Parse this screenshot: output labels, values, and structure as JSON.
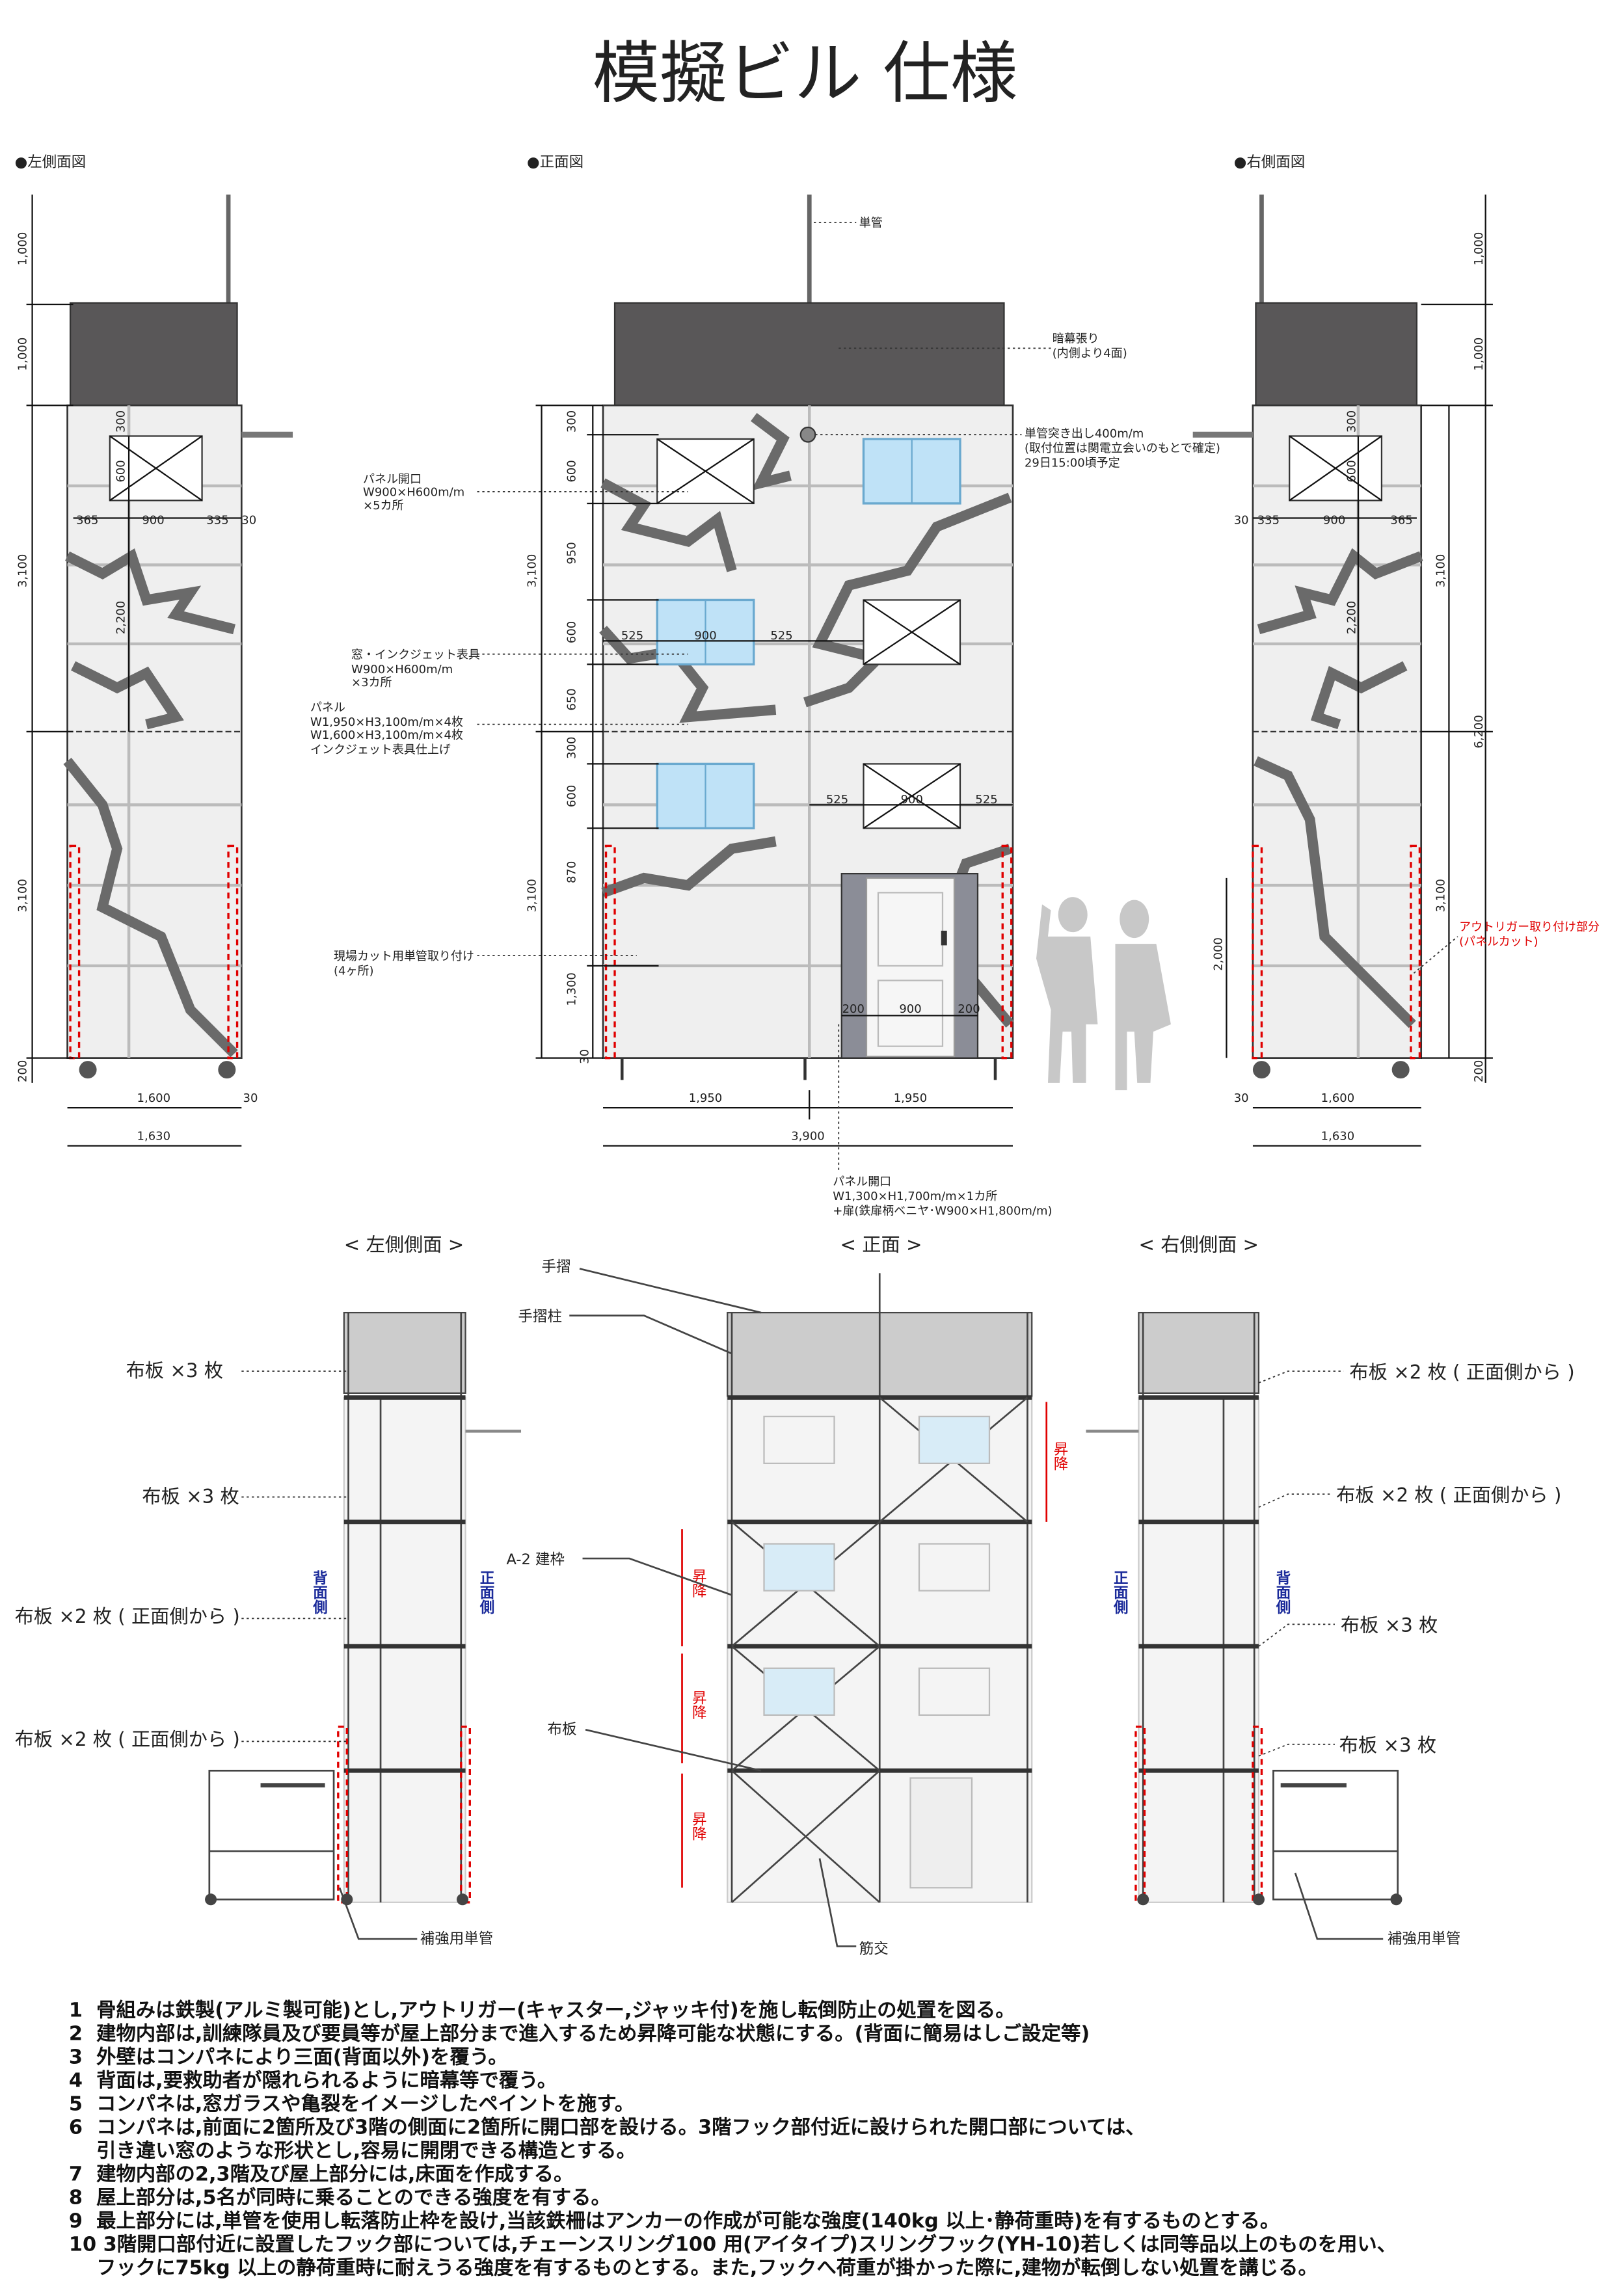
{
  "title": "模擬ビル 仕様",
  "views": {
    "left": "●左側面図",
    "front": "●正面図",
    "right": "●右側面図"
  },
  "left_dims": {
    "v1000a": "1,000",
    "v1000b": "1,000",
    "v3100a": "3,100",
    "v3100b": "3,100",
    "v200": "200",
    "v300": "300",
    "v600": "600",
    "v2200": "2,200",
    "h365": "365",
    "h900": "900",
    "h335": "335",
    "h30": "30",
    "w1600": "1,600",
    "w30": "30",
    "w1630": "1,630"
  },
  "front_dims": {
    "v300a": "300",
    "v600a": "600",
    "v950": "950",
    "v600b": "600",
    "v650": "650",
    "v300b": "300",
    "v600c": "600",
    "v870": "870",
    "v1300": "1,300",
    "v3100a": "3,100",
    "v3100b": "3,100",
    "v30": "30",
    "h525a": "525",
    "h900a": "900",
    "h525b": "525",
    "h525c": "525",
    "h900b": "900",
    "h525d": "525",
    "d200a": "200",
    "d900": "900",
    "d200b": "200",
    "w1950a": "1,950",
    "w1950b": "1,950",
    "w3900": "3,900"
  },
  "right_dims": {
    "v1000a": "1,000",
    "v1000b": "1,000",
    "v3100a": "3,100",
    "v3100b": "3,100",
    "v6200": "6,200",
    "v200": "200",
    "v2000": "2,000",
    "v300": "300",
    "v600": "600",
    "v2200": "2,200",
    "h30": "30",
    "h335": "335",
    "h900": "900",
    "h365": "365",
    "w30": "30",
    "w1600": "1,600",
    "w1630": "1,630"
  },
  "callouts": {
    "tankan": "単管",
    "ankmaku_1": "暗幕張り",
    "ankmaku_2": "(内側より4面)",
    "tsukidashi_1": "単管突き出し400m/m",
    "tsukidashi_2": "(取付位置は関電立会いのもとで確定)",
    "tsukidashi_3": "29日15:00頃予定",
    "panel_open_1": "パネル開口",
    "panel_open_2": "W900×H600m/m",
    "panel_open_3": "×5カ所",
    "window_1": "窓・インクジェット表具",
    "window_2": "W900×H600m/m",
    "window_3": "×3カ所",
    "panel_1": "パネル",
    "panel_2": "W1,950×H3,100m/m×4枚",
    "panel_3": "W1,600×H3,100m/m×4枚",
    "panel_4": "インクジェット表具仕上げ",
    "cut_1": "現場カット用単管取り付け",
    "cut_2": "(4ヶ所)",
    "door_1": "パネル開口",
    "door_2": "W1,300×H1,700m/m×1カ所",
    "door_3": "+扉(鉄扉柄ベニヤ･W900×H1,800m/m)",
    "outrigger_1": "アウトリガー取り付け部分",
    "outrigger_2": "(パネルカット)"
  },
  "scaffold": {
    "left_title": "< 左側側面 >",
    "front_title": "< 正面 >",
    "right_title": "< 右側側面 >",
    "handrail": "手摺",
    "handrail_post": "手摺柱",
    "frame": "A-2 建枠",
    "board": "布板",
    "brace": "筋交",
    "reinforce_left": "補強用単管",
    "reinforce_right": "補強用単管",
    "updown": "昇降",
    "back_side": "背面側",
    "front_side": "正面側",
    "left_labels": [
      "布板 ×3 枚",
      "布板 ×3 枚",
      "布板 ×2 枚 ( 正面側から )",
      "布板 ×2 枚 ( 正面側から )"
    ],
    "right_labels": [
      "布板 ×2 枚 ( 正面側から )",
      "布板 ×2 枚 ( 正面側から )",
      "布板 ×3 枚",
      "布板 ×3 枚"
    ]
  },
  "notes": [
    "1  骨組みは鉄製(アルミ製可能)とし,アウトリガー(キャスター,ジャッキ付)を施し転倒防止の処置を図る。",
    "2  建物内部は,訓練隊員及び要員等が屋上部分まで進入するため昇降可能な状態にする。(背面に簡易はしご設定等)",
    "3  外壁はコンパネにより三面(背面以外)を覆う。",
    "4  背面は,要救助者が隠れられるように暗幕等で覆う。",
    "5  コンパネは,窓ガラスや亀裂をイメージしたペイントを施す。",
    "6  コンパネは,前面に2箇所及び3階の側面に2箇所に開口部を設ける。3階フック部付近に設けられた開口部については、",
    "    引き違い窓のような形状とし,容易に開閉できる構造とする。",
    "7  建物内部の2,3階及び屋上部分には,床面を作成する。",
    "8  屋上部分は,5名が同時に乗ることのできる強度を有する。",
    "9  最上部分には,単管を使用し転落防止枠を設け,当該鉄柵はアンカーの作成が可能な強度(140kg 以上･静荷重時)を有するものとする。",
    "10 3階開口部付近に設置したフック部については,チェーンスリング100 用(アイタイプ)スリングフック(YH-10)若しくは同等品以上のものを用い、",
    "    フックに75kg 以上の静荷重時に耐えうる強度を有するものとする。また,フックへ荷重が掛かった際に,建物が転倒しない処置を講じる。"
  ]
}
